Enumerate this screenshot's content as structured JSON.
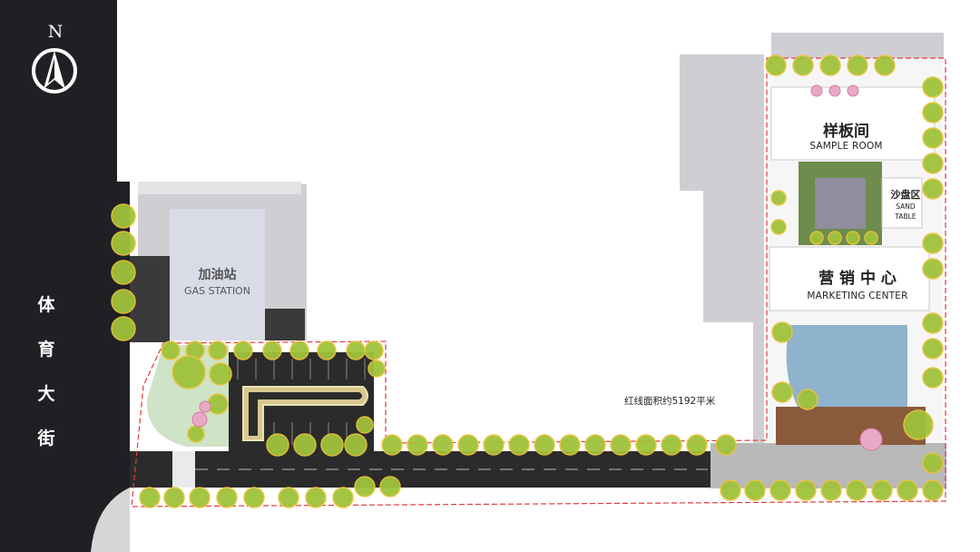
{
  "compass": {
    "letter": "N"
  },
  "street_label": [
    "体",
    "育",
    "大",
    "街"
  ],
  "labels": {
    "gas_station_cn": "加油站",
    "gas_station_en": "GAS STATION",
    "sample_room_cn": "样板间",
    "sample_room_en": "SAMPLE ROOM",
    "sand_table_cn": "沙盘区",
    "sand_table_en_1": "SAND",
    "sand_table_en_2": "TABLE",
    "marketing_center_cn": "营 销 中 心",
    "marketing_center_en": "MARKETING CENTER",
    "redline_area": "红线面积约5192平米"
  },
  "colors": {
    "sidebar": "#1f2023",
    "building_grey": "#cfcfd3",
    "road": "#2b2b2b",
    "tree_green": "#9fc23b",
    "tree_yellow_outline": "#e8c43a",
    "pink_tree": "#e8a9c7",
    "lawn": "#cfe3c6",
    "water": "#8fb3cc",
    "redline": "#e23b3b"
  }
}
